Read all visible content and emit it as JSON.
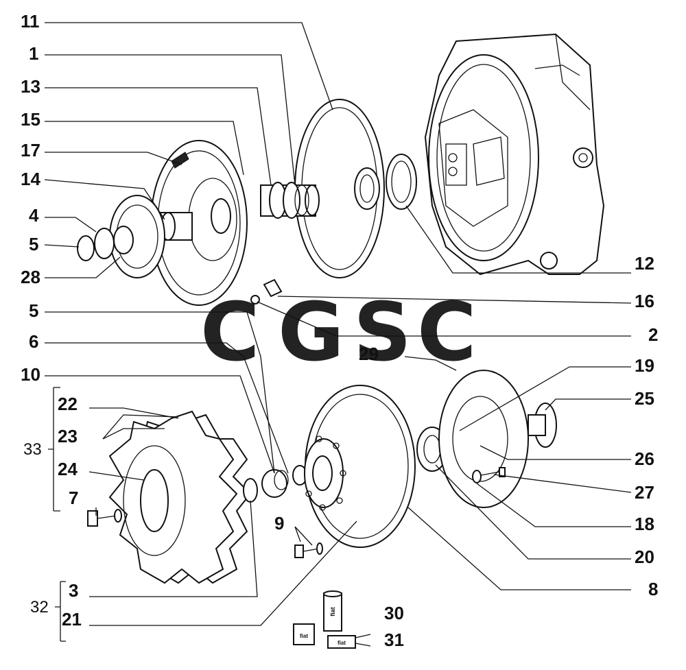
{
  "watermark": {
    "letters": [
      "C",
      "G",
      "S",
      "C"
    ],
    "colors": [
      "#6a9ef0",
      "#f08a86",
      "#f6d36b",
      "#6fc3a0"
    ]
  },
  "labels": {
    "l11": "11",
    "l1": "1",
    "l13": "13",
    "l15": "15",
    "l17": "17",
    "l14": "14",
    "l4": "4",
    "l5a": "5",
    "l28": "28",
    "l5b": "5",
    "l6": "6",
    "l10": "10",
    "l22": "22",
    "l23": "23",
    "l33": "33",
    "l24": "24",
    "l7": "7",
    "l3": "3",
    "l32": "32",
    "l21": "21",
    "l9": "9",
    "l12": "12",
    "l16": "16",
    "l2": "2",
    "l29": "29",
    "l19": "19",
    "l25": "25",
    "l26": "26",
    "l27": "27",
    "l18": "18",
    "l20": "20",
    "l8": "8",
    "l30": "30",
    "l31": "31"
  },
  "product_text": {
    "can": "fiat",
    "box_left": "fiat",
    "box_right": "fiat"
  }
}
